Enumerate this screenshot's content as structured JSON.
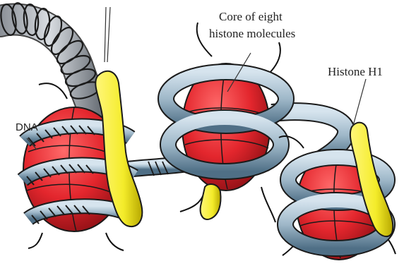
{
  "labels": {
    "core_line1": "Core of eight",
    "core_line2": "histone molecules",
    "histone_h1": "Histone H1",
    "dna": "DNA"
  },
  "colors": {
    "dna_tube": "#9fb8c9",
    "dna_tube_dark": "#4f6f86",
    "histone_core": "#e3262d",
    "histone_core_dark": "#8f1015",
    "histone_h1": "#f4ec2a",
    "histone_h1_dark": "#b7a800",
    "outline": "#1a1a1a"
  }
}
